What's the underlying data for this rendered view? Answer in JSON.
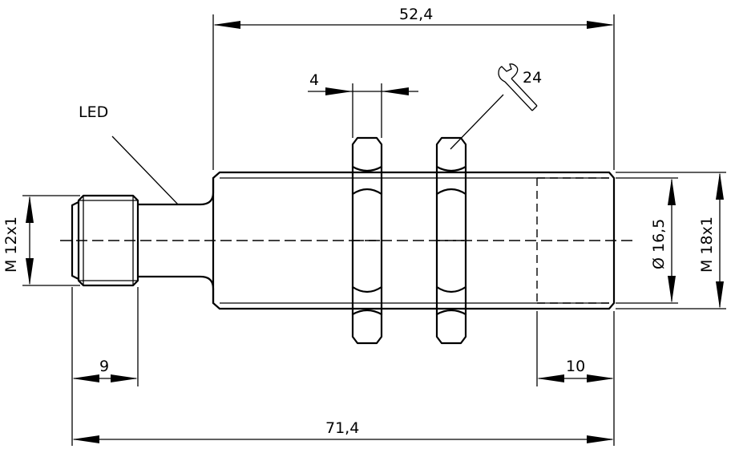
{
  "drawing": {
    "led_label": "LED",
    "dims": {
      "overall_body": "52,4",
      "nut_width": "4",
      "wrench_size": "24",
      "connector_thread": "M 12x1",
      "body_thread": "M 18x1",
      "body_diameter": "Ø 16,5",
      "connector_length": "9",
      "unthreaded_length": "10",
      "total_length": "71,4"
    },
    "colors": {
      "line": "#000000",
      "background": "#ffffff"
    }
  }
}
